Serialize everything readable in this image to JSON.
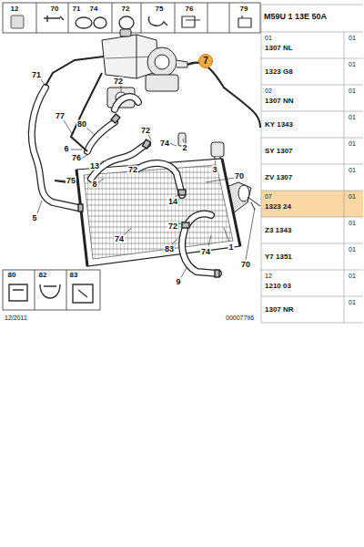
{
  "diagram": {
    "title": "M59U 1 13E 50A",
    "nodes": [
      {
        "text": [
          "7"
        ]
      }
    ],
    "labels": [
      "12",
      "70",
      "71",
      "74",
      "72",
      "75",
      "76",
      "79",
      "01",
      "1307 NL",
      "01",
      "1323 G8",
      "01",
      "02",
      "1307 NN",
      "01",
      "KY 1343",
      "01",
      "SY 1307",
      "01",
      "ZV 1307",
      "01",
      "07",
      "1323 24",
      "01",
      "Z3 1343",
      "01",
      "Y7 1351",
      "01",
      "12",
      "1210 03",
      "01",
      "1307 NR",
      "01",
      "71",
      "72",
      "77",
      "80",
      "72",
      "74",
      "2",
      "6",
      "76",
      "13",
      "72",
      "3",
      "70",
      "75",
      "8",
      "14",
      "5",
      "72",
      "74",
      "83",
      "74",
      "1",
      "70",
      "9",
      "80",
      "82",
      "83",
      "12/2011",
      "00007796"
    ]
  }
}
